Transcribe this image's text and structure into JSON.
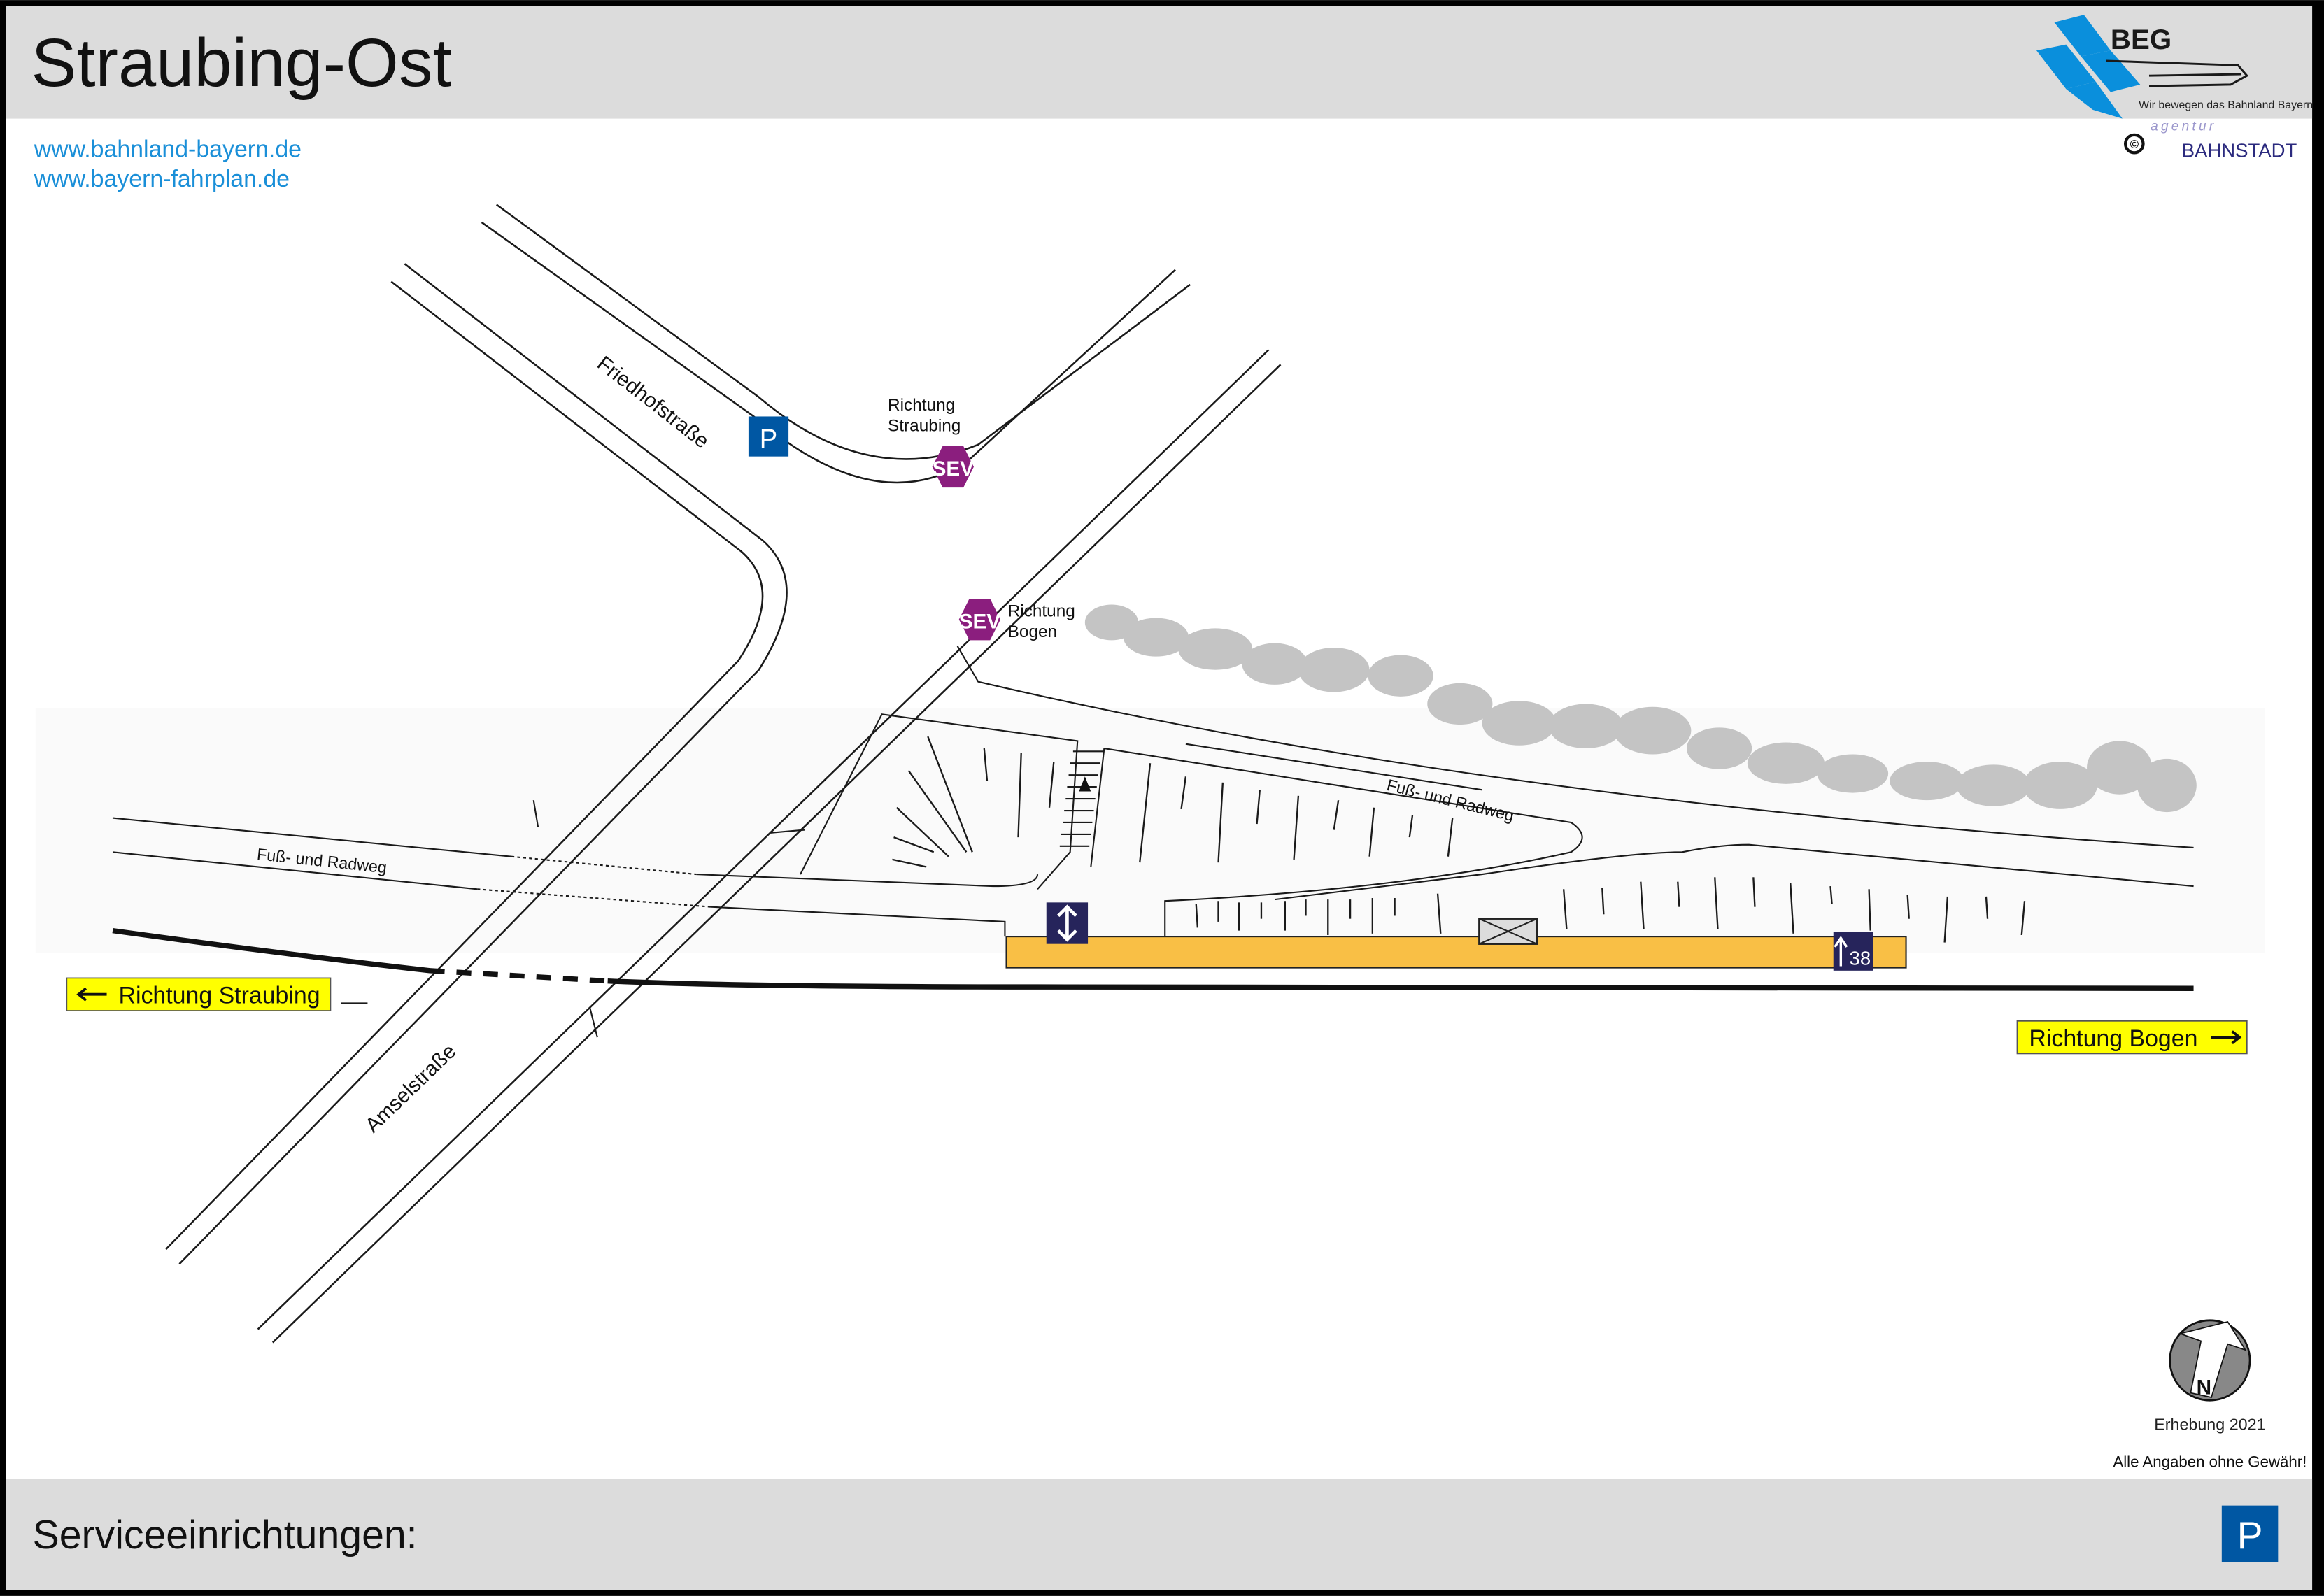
{
  "header": {
    "title": "Straubing-Ost",
    "logo": {
      "brand": "BEG",
      "slogan": "Wir bewegen das Bahnland Bayern"
    },
    "copyright": {
      "symbol": "©",
      "agency_prefix": "agentur",
      "agency_name": "BAHNSTADT"
    }
  },
  "links": [
    "www.bahnland-bayern.de",
    "www.bayern-fahrplan.de"
  ],
  "map": {
    "streets": {
      "friedhof": "Friedhofstraße",
      "amsel": "Amselstraße"
    },
    "paths": {
      "left": "Fuß- und Radweg",
      "right": "Fuß- und Radweg"
    },
    "sev_stops": [
      {
        "badge": "SEV",
        "label_line1": "Richtung",
        "label_line2": "Straubing"
      },
      {
        "badge": "SEV",
        "label_line1": "Richtung",
        "label_line2": "Bogen"
      }
    ],
    "parking_label": "P",
    "direction_left": "Richtung Straubing",
    "direction_right": "Richtung Bogen",
    "platform_sign": "38",
    "compass_label": "N"
  },
  "footer_notes": {
    "survey": "Erhebung 2021",
    "disclaimer": "Alle Angaben ohne Gewähr!"
  },
  "footer": {
    "services_label": "Serviceeinrichtungen:",
    "services": [
      {
        "icon": "parking-icon",
        "label": "P"
      }
    ]
  },
  "colors": {
    "header_bg": "#dcdcdc",
    "link": "#1a8fd8",
    "platform": "#f9bf45",
    "navy": "#26245b",
    "sev": "#8b1e7e",
    "parking": "#0057a3",
    "direction_bg": "#ffff00",
    "bushes": "#c4c4c4",
    "beg_blue": "#0a8fdc"
  }
}
